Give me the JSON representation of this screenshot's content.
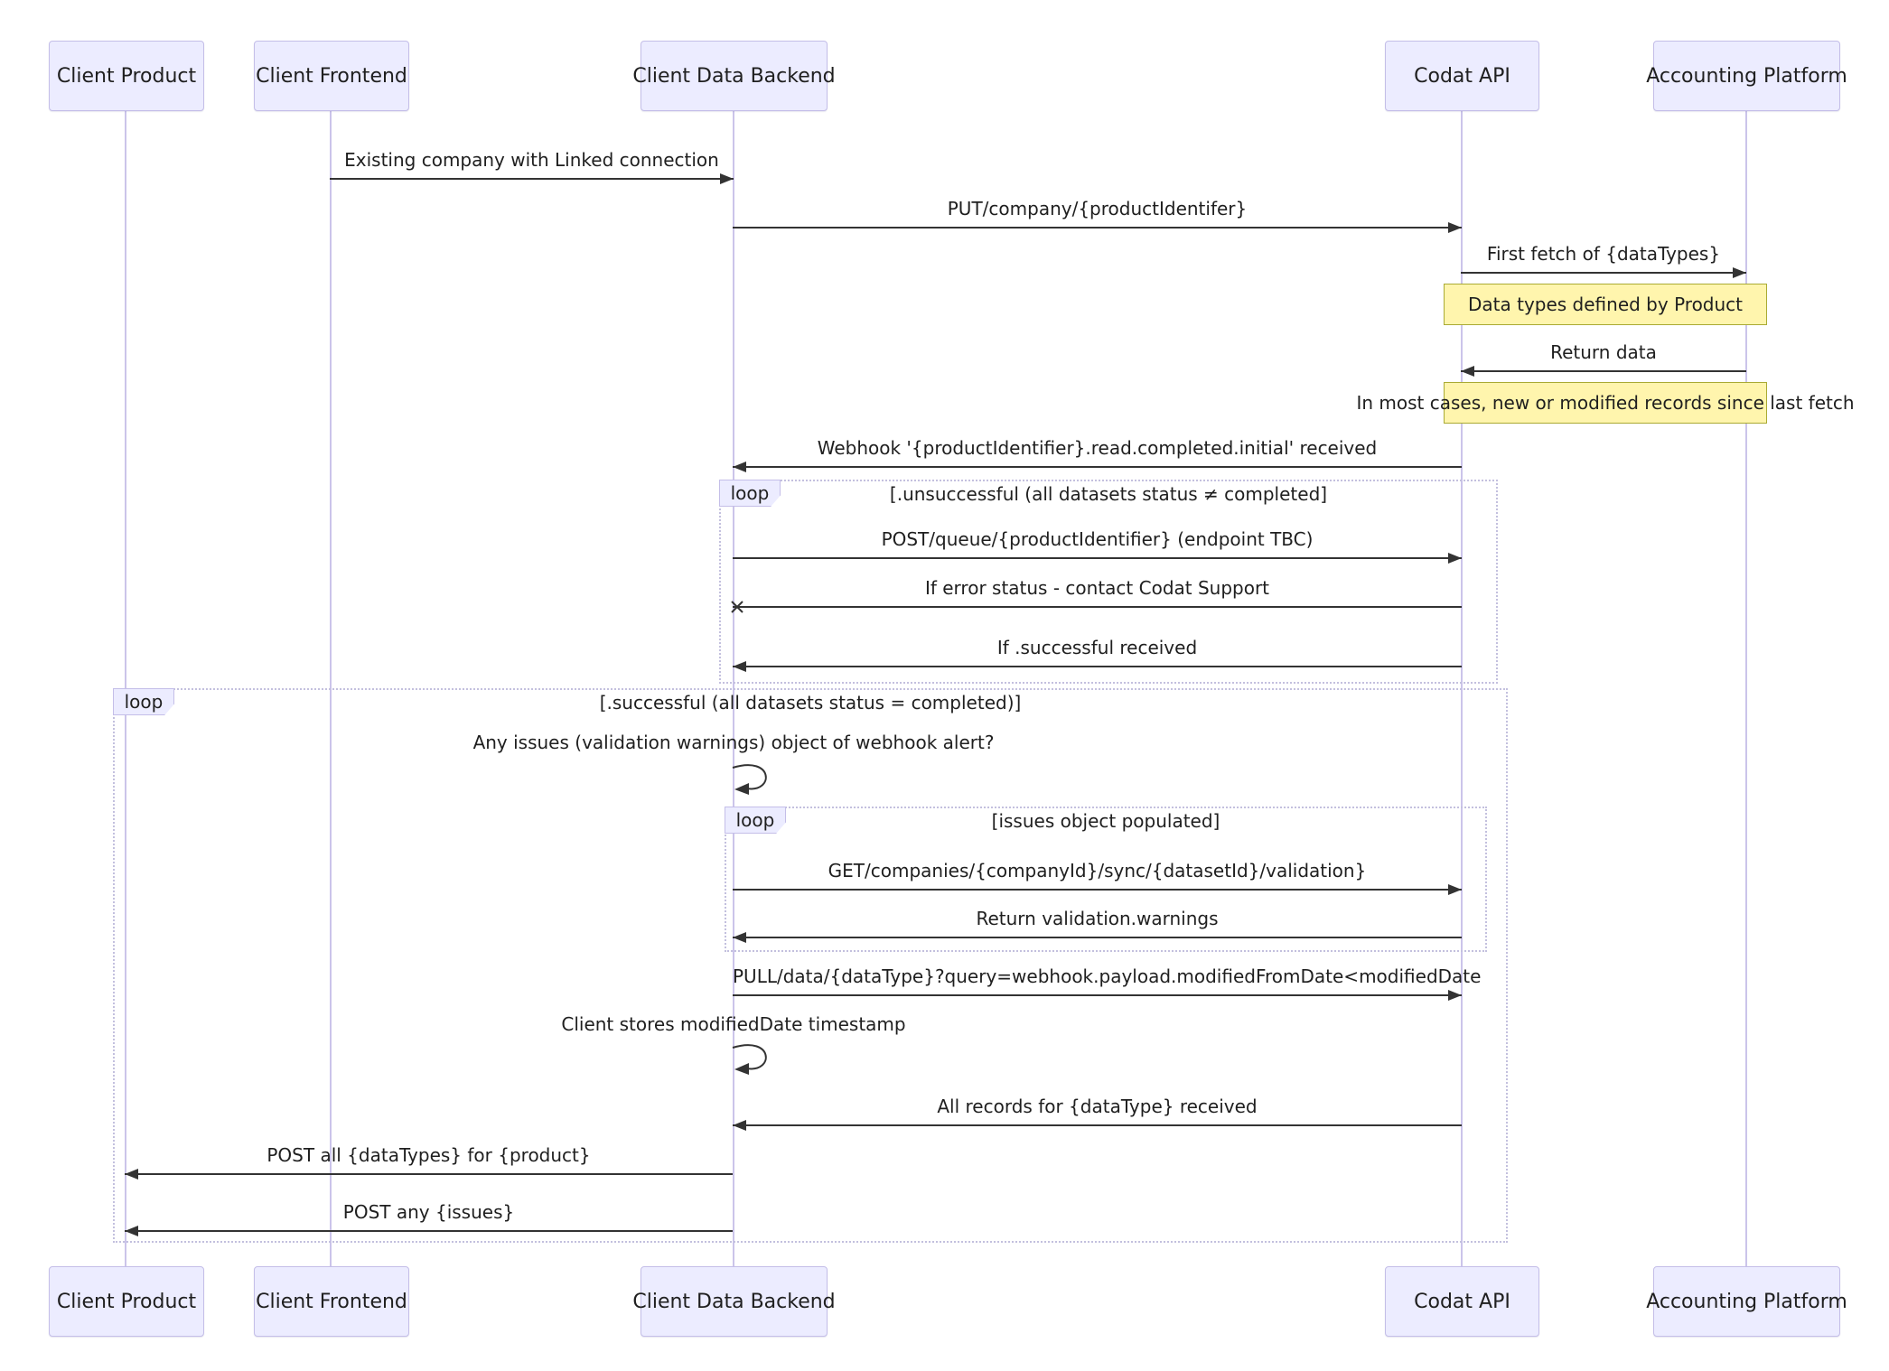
{
  "diagram": {
    "actors": [
      {
        "label": "Client Product"
      },
      {
        "label": "Client Frontend"
      },
      {
        "label": "Client Data Backend"
      },
      {
        "label": "Codat API"
      },
      {
        "label": "Accounting Platform"
      }
    ],
    "messages": [
      {
        "label": "Existing company with Linked connection"
      },
      {
        "label": "PUT/company/{productIdentifer}"
      },
      {
        "label": "First fetch of {dataTypes}"
      },
      {
        "label": "Return data"
      },
      {
        "label": "Webhook '{productIdentifier}.read.completed.initial' received"
      },
      {
        "label": "POST/queue/{productIdentifier} (endpoint TBC)"
      },
      {
        "label": "If error status - contact Codat Support"
      },
      {
        "label": "If .successful received"
      },
      {
        "label": "GET/companies/{companyId}/sync/{datasetId}/validation}"
      },
      {
        "label": "Return validation.warnings"
      },
      {
        "label": "PULL/data/{dataType}?query=webhook.payload.modifiedFromDate<modifiedDate"
      },
      {
        "label": "All records for {dataType} received"
      },
      {
        "label": "POST all {dataTypes} for {product}"
      },
      {
        "label": "POST any {issues}"
      }
    ],
    "self_messages": [
      {
        "label": "Any issues (validation warnings) object of webhook alert?"
      },
      {
        "label": "Client stores modifiedDate timestamp"
      }
    ],
    "notes": [
      {
        "label": "Data types defined by Product"
      },
      {
        "label": "In most cases, new or modified records since last fetch"
      }
    ],
    "loops": [
      {
        "label": "loop",
        "condition": "[.unsuccessful (all datasets status ≠ completed]"
      },
      {
        "label": "loop",
        "condition": "[.successful (all datasets status = completed)]"
      },
      {
        "label": "loop",
        "condition": "[issues object populated]"
      }
    ],
    "colors": {
      "actor_fill": "#ECECFF",
      "actor_border": "#C4BEE8",
      "note_fill": "#FFF5AD",
      "note_border": "#AAAA33",
      "arrow": "#333333",
      "lifeline": "#CBC4EA"
    }
  }
}
